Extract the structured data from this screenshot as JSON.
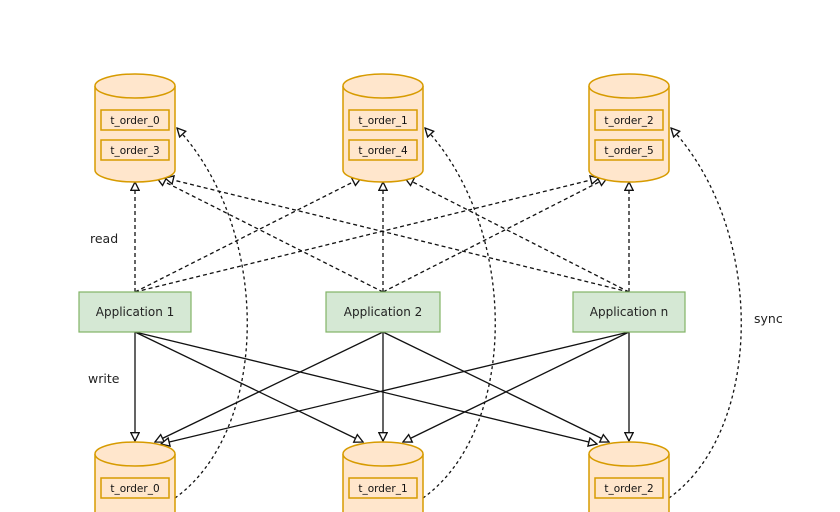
{
  "diagram": {
    "colors": {
      "database_fill": "#ffe6cc",
      "database_stroke": "#d79b00",
      "app_fill": "#d5e8d4",
      "app_stroke": "#82b366",
      "edge": "#111111"
    },
    "top_databases": [
      {
        "id": "top-db-0",
        "tables": [
          "t_order_0",
          "t_order_3"
        ]
      },
      {
        "id": "top-db-1",
        "tables": [
          "t_order_1",
          "t_order_4"
        ]
      },
      {
        "id": "top-db-2",
        "tables": [
          "t_order_2",
          "t_order_5"
        ]
      }
    ],
    "bottom_databases": [
      {
        "id": "bottom-db-0",
        "tables": [
          "t_order_0"
        ]
      },
      {
        "id": "bottom-db-1",
        "tables": [
          "t_order_1"
        ]
      },
      {
        "id": "bottom-db-2",
        "tables": [
          "t_order_2"
        ]
      }
    ],
    "applications": [
      {
        "id": "app-1",
        "label": "Application 1"
      },
      {
        "id": "app-2",
        "label": "Application 2"
      },
      {
        "id": "app-n",
        "label": "Application n"
      }
    ],
    "labels": {
      "read": "read",
      "write": "write",
      "sync": "sync"
    },
    "edges": {
      "read": [
        {
          "from": "app-1",
          "to": "top-db-0"
        },
        {
          "from": "app-1",
          "to": "top-db-1"
        },
        {
          "from": "app-1",
          "to": "top-db-2"
        },
        {
          "from": "app-2",
          "to": "top-db-0"
        },
        {
          "from": "app-2",
          "to": "top-db-1"
        },
        {
          "from": "app-2",
          "to": "top-db-2"
        },
        {
          "from": "app-n",
          "to": "top-db-0"
        },
        {
          "from": "app-n",
          "to": "top-db-1"
        },
        {
          "from": "app-n",
          "to": "top-db-2"
        }
      ],
      "write": [
        {
          "from": "app-1",
          "to": "bottom-db-0"
        },
        {
          "from": "app-1",
          "to": "bottom-db-1"
        },
        {
          "from": "app-1",
          "to": "bottom-db-2"
        },
        {
          "from": "app-2",
          "to": "bottom-db-0"
        },
        {
          "from": "app-2",
          "to": "bottom-db-1"
        },
        {
          "from": "app-2",
          "to": "bottom-db-2"
        },
        {
          "from": "app-n",
          "to": "bottom-db-0"
        },
        {
          "from": "app-n",
          "to": "bottom-db-1"
        },
        {
          "from": "app-n",
          "to": "bottom-db-2"
        }
      ],
      "sync": [
        {
          "from": "bottom-db-0",
          "to": "top-db-0"
        },
        {
          "from": "bottom-db-1",
          "to": "top-db-1"
        },
        {
          "from": "bottom-db-2",
          "to": "top-db-2"
        }
      ]
    }
  }
}
